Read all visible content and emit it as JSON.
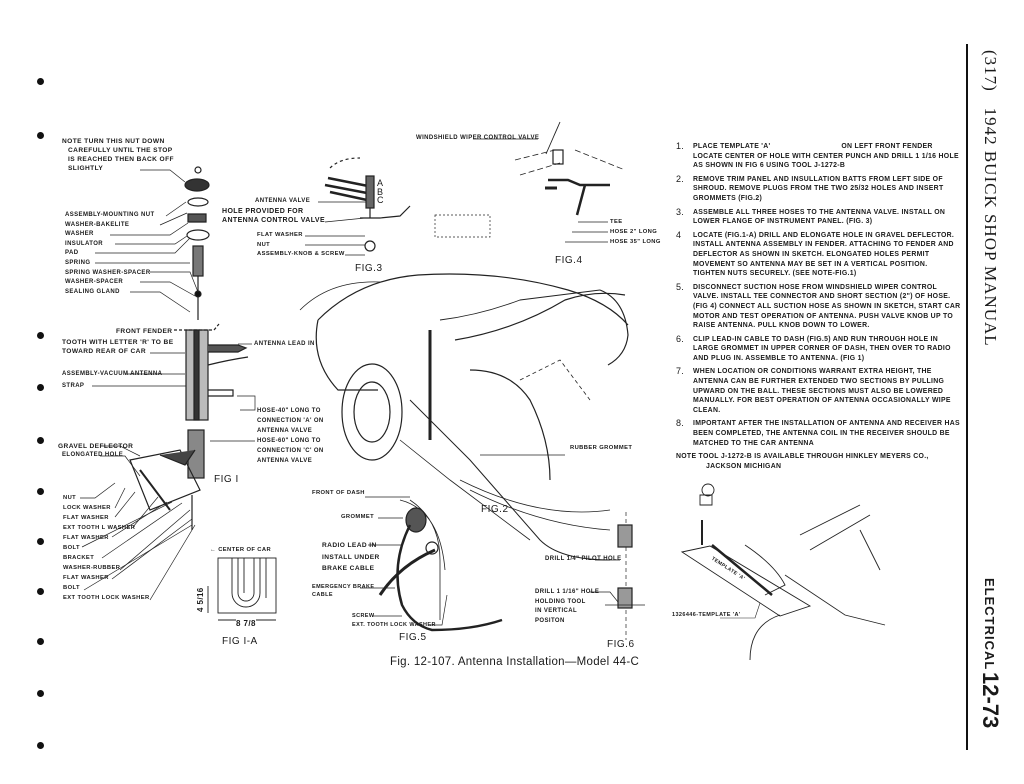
{
  "header": {
    "page_ref": "(317)",
    "manual_title": "1942 BUICK SHOP MANUAL",
    "section": "ELECTRICAL",
    "page_number": "12-73"
  },
  "caption": "Fig. 12-107.   Antenna Installation—Model 44-C",
  "fig1": {
    "note": [
      "NOTE TURN THIS NUT DOWN",
      "CAREFULLY UNTIL THE STOP",
      "IS REACHED THEN BACK OFF",
      "SLIGHTLY"
    ],
    "parts_top": [
      "ASSEMBLY-MOUNTING NUT",
      "WASHER-BAKELITE",
      "WASHER",
      "INSULATOR",
      "PAD",
      "SPRING",
      "SPRING WASHER-SPACER",
      "WASHER-SPACER",
      "SEALING GLAND"
    ],
    "front_fender": "FRONT FENDER",
    "tooth": [
      "TOOTH WITH LETTER 'R' TO BE",
      "TOWARD REAR OF CAR"
    ],
    "vacuum_antenna": "ASSEMBLY-VACUUM ANTENNA",
    "strap": "STRAP",
    "lead_in": "ANTENNA LEAD IN",
    "hose40": [
      "HOSE-40\" LONG TO",
      "CONNECTION 'A' ON",
      "ANTENNA VALVE"
    ],
    "hose60": [
      "HOSE-60\" LONG TO",
      "CONNECTION 'C' ON",
      "ANTENNA VALVE"
    ],
    "gravel": [
      "GRAVEL DEFLECTOR",
      "ELONGATED HOLE"
    ],
    "title": "FIG I",
    "parts_bottom": [
      "NUT",
      "LOCK WASHER",
      "FLAT WASHER",
      "EXT TOOTH L WASHER",
      "FLAT WASHER",
      "BOLT",
      "BRACKET",
      "WASHER-RUBBER",
      "FLAT WASHER",
      "BOLT",
      "EXT TOOTH LOCK WASHER"
    ]
  },
  "fig1a": {
    "center": "← CENTER OF CAR",
    "dim_v": "4 5/16",
    "dim_h": "8 7/8",
    "title": "FIG I-A"
  },
  "fig2": {
    "grommet": "RUBBER GROMMET",
    "title": "FIG.2"
  },
  "fig3": {
    "antenna_valve": "ANTENNA VALVE",
    "hole": [
      "HOLE PROVIDED FOR",
      "ANTENNA CONTROL VALVE"
    ],
    "flat_washer": "FLAT WASHER",
    "nut": "NUT",
    "knob": "ASSEMBLY-KNOB & SCREW",
    "letters": [
      "A",
      "B",
      "C"
    ],
    "title": "FIG.3"
  },
  "fig4": {
    "valve": "WINDSHIELD WIPER CONTROL VALVE",
    "tee": "TEE",
    "hose2": "HOSE 2\" LONG",
    "hose35": "HOSE 35\" LONG",
    "title": "FIG.4"
  },
  "fig5": {
    "front_dash": "FRONT OF DASH",
    "grommet": "GROMMET",
    "radio_lead": "RADIO LEAD IN",
    "install": "INSTALL UNDER",
    "brake": "BRAKE CABLE",
    "emergency": [
      "EMERGENCY BRAKE",
      "CABLE"
    ],
    "screw": "SCREW",
    "washer": "EXT. TOOTH LOCK WASHER",
    "title": "FIG.5"
  },
  "fig6": {
    "pilot": "DRILL 1/4\" PILOT HOLE",
    "drill": [
      "DRILL 1 1/16\" HOLE",
      "HOLDING TOOL",
      "IN VERTICAL",
      "POSITON"
    ],
    "title": "FIG.6"
  },
  "template": {
    "label": "1326446-TEMPLATE 'A'",
    "on_part": "TEMPLATE 'A'"
  },
  "instructions": [
    {
      "num": "1.",
      "text": "PLACE TEMPLATE 'A'                                ON LEFT FRONT FENDER LOCATE CENTER OF HOLE WITH CENTER PUNCH AND DRILL 1 1/16 HOLE AS SHOWN IN FIG 6 USING TOOL J-1272-B"
    },
    {
      "num": "2.",
      "text": "REMOVE TRIM PANEL AND INSULLATION BATTS FROM LEFT SIDE OF SHROUD. REMOVE PLUGS FROM THE TWO 25/32 HOLES AND INSERT GROMMETS (FIG.2)"
    },
    {
      "num": "3.",
      "text": "ASSEMBLE ALL THREE HOSES TO THE ANTENNA VALVE. INSTALL ON LOWER FLANGE OF INSTRUMENT PANEL. (FIG. 3)"
    },
    {
      "num": "4",
      "text": "LOCATE (FIG.1-A) DRILL AND ELONGATE HOLE IN GRAVEL DEFLECTOR. INSTALL ANTENNA ASSEMBLY IN FENDER. ATTACHING TO FENDER AND DEFLECTOR AS SHOWN IN SKETCH. ELONGATED HOLES PERMIT MOVEMENT SO ANTENNA MAY BE SET IN A VERTICAL POSITION. TIGHTEN NUTS SECURELY. (SEE NOTE-FIG.1)"
    },
    {
      "num": "5.",
      "text": "DISCONNECT SUCTION HOSE FROM WINDSHIELD WIPER CONTROL VALVE. INSTALL TEE CONNECTOR AND SHORT SECTION (2\") OF HOSE. (FIG 4) CONNECT ALL SUCTION HOSE AS SHOWN IN SKETCH, START CAR MOTOR AND TEST OPERATION OF ANTENNA. PUSH VALVE KNOB UP TO RAISE ANTENNA. PULL KNOB DOWN TO LOWER."
    },
    {
      "num": "6.",
      "text": "CLIP LEAD-IN CABLE TO DASH (FIG.5) AND RUN THROUGH HOLE IN LARGE GROMMET IN UPPER CORNER OF DASH, THEN OVER TO RADIO AND PLUG IN. ASSEMBLE TO ANTENNA. (FIG 1)"
    },
    {
      "num": "7.",
      "text": "WHEN LOCATION OR CONDITIONS WARRANT EXTRA HEIGHT, THE ANTENNA CAN BE FURTHER EXTENDED TWO SECTIONS BY PULLING UPWARD ON THE BALL. THESE SECTIONS MUST ALSO BE LOWERED MANUALLY. FOR BEST OPERATION OF ANTENNA OCCASIONALLY WIPE CLEAN."
    },
    {
      "num": "8.",
      "text": "IMPORTANT AFTER THE INSTALLATION OF ANTENNA AND RECEIVER HAS BEEN COMPLETED, THE ANTENNA COIL IN THE RECEIVER SHOULD BE MATCHED TO THE CAR ANTENNA"
    }
  ],
  "note": {
    "line1": "NOTE TOOL J-1272-B IS AVAILABLE THROUGH HINKLEY MEYERS CO.,",
    "line2": "JACKSON MICHIGAN"
  }
}
